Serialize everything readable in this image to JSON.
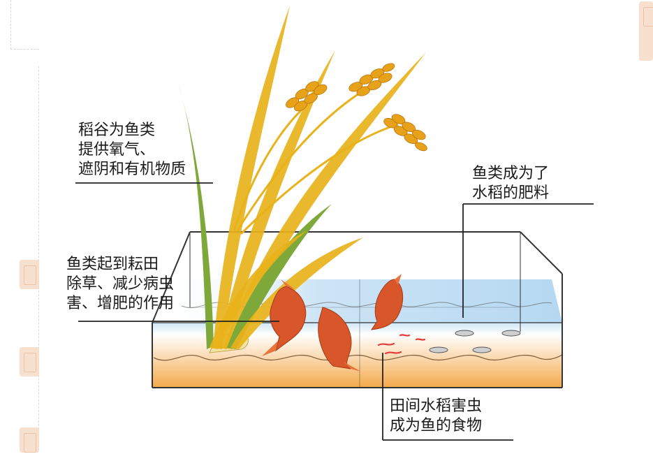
{
  "labels": {
    "rice_benefit": [
      "稻谷为鱼类",
      "提供氧气、",
      "遮阴和有机物质"
    ],
    "fish_fertilizer": [
      "鱼类成为了",
      "水稻的肥料"
    ],
    "fish_role": [
      "鱼类起到耘田",
      "除草、减少病虫",
      "害、增肥的作用"
    ],
    "pests_food": [
      "田间水稻害虫",
      "成为鱼的食物"
    ]
  },
  "colors": {
    "water_top": "#cfe6f6",
    "water_bottom": "#f4a94a",
    "rice_stem": "#e8b21a",
    "rice_leaf_green": "#7fa83a",
    "grain": "#e7a21a",
    "fish": "#d9562a",
    "pest": "#e63a3a",
    "leader_line": "#222222"
  }
}
